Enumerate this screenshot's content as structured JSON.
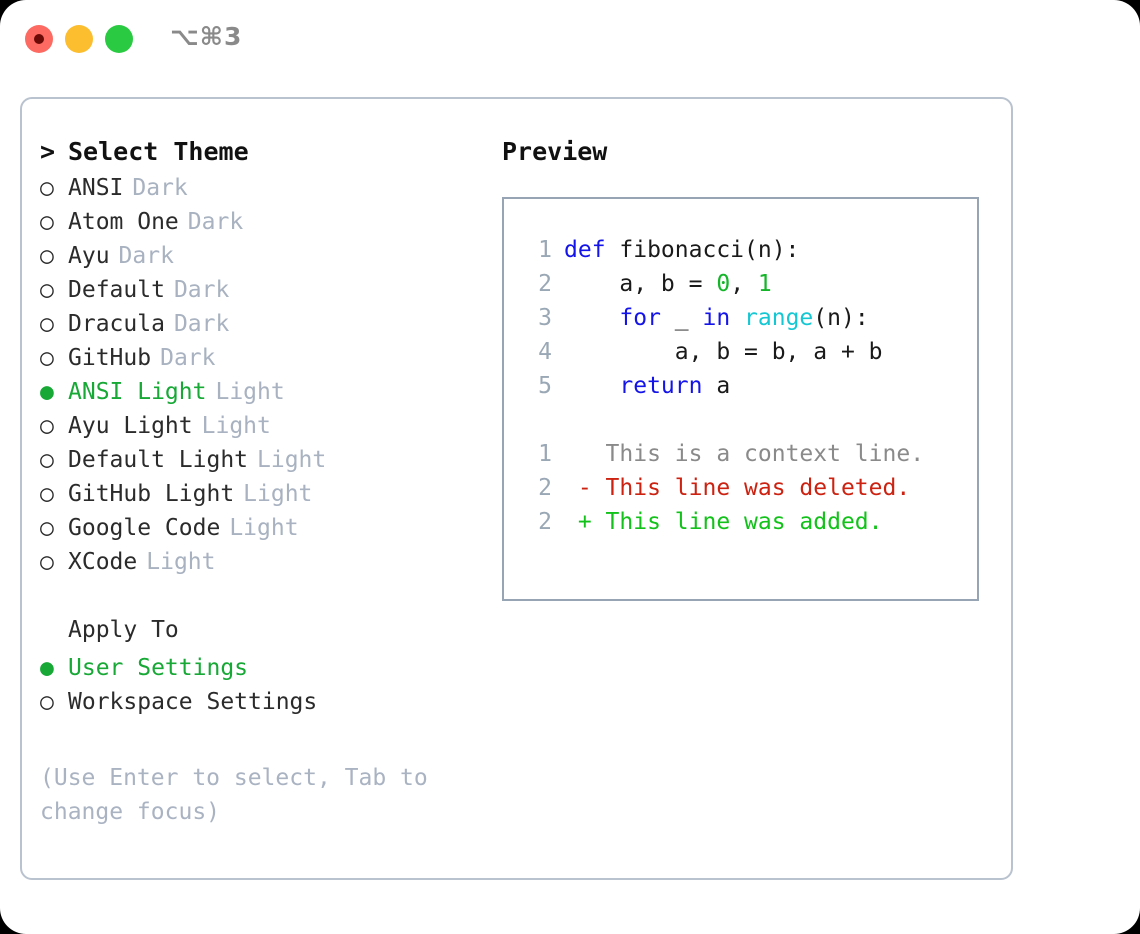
{
  "titlebar": {
    "shortcut": "⌥⌘3",
    "buttons": [
      {
        "name": "close",
        "color": "#fd6a62"
      },
      {
        "name": "minimize",
        "color": "#fcbd2e"
      },
      {
        "name": "maximize",
        "color": "#2acb42"
      }
    ]
  },
  "colors": {
    "accent_green": "#17a836",
    "muted": "#a8b2c0",
    "border": "#b9c2cf",
    "preview_border": "#97a4b4",
    "keyword": "#1414e8",
    "number": "#14b529",
    "function": "#14c7d2",
    "diff_removed": "#cc2211",
    "diff_added": "#12c21a",
    "line_number": "#9aa7b5"
  },
  "theme_list": {
    "prompt": ">",
    "title": "Select Theme",
    "marker_selected": "●",
    "marker_unselected": "○",
    "items": [
      {
        "label": "ANSI",
        "suffix": "Dark",
        "selected": false
      },
      {
        "label": "Atom One",
        "suffix": "Dark",
        "selected": false
      },
      {
        "label": "Ayu",
        "suffix": "Dark",
        "selected": false
      },
      {
        "label": "Default",
        "suffix": "Dark",
        "selected": false
      },
      {
        "label": "Dracula",
        "suffix": "Dark",
        "selected": false
      },
      {
        "label": "GitHub",
        "suffix": "Dark",
        "selected": false
      },
      {
        "label": "ANSI Light",
        "suffix": "Light",
        "selected": true
      },
      {
        "label": "Ayu Light",
        "suffix": "Light",
        "selected": false
      },
      {
        "label": "Default Light",
        "suffix": "Light",
        "selected": false
      },
      {
        "label": "GitHub Light",
        "suffix": "Light",
        "selected": false
      },
      {
        "label": "Google Code",
        "suffix": "Light",
        "selected": false
      },
      {
        "label": "XCode",
        "suffix": "Light",
        "selected": false
      }
    ]
  },
  "apply_to": {
    "title": "Apply To",
    "items": [
      {
        "label": "User Settings",
        "selected": true
      },
      {
        "label": "Workspace Settings",
        "selected": false
      }
    ]
  },
  "hint": "(Use Enter to select, Tab to change focus)",
  "preview": {
    "title": "Preview",
    "code_lines": [
      {
        "num": "1",
        "tokens": [
          {
            "t": "def",
            "c": "kw"
          },
          {
            "t": " fibonacci(n):",
            "c": "id"
          }
        ]
      },
      {
        "num": "2",
        "tokens": [
          {
            "t": "    a, b = ",
            "c": "id"
          },
          {
            "t": "0",
            "c": "num"
          },
          {
            "t": ", ",
            "c": "id"
          },
          {
            "t": "1",
            "c": "num"
          }
        ]
      },
      {
        "num": "3",
        "tokens": [
          {
            "t": "    ",
            "c": "id"
          },
          {
            "t": "for",
            "c": "kw"
          },
          {
            "t": " _ ",
            "c": "id"
          },
          {
            "t": "in",
            "c": "kw"
          },
          {
            "t": " ",
            "c": "id"
          },
          {
            "t": "range",
            "c": "fn"
          },
          {
            "t": "(n):",
            "c": "id"
          }
        ]
      },
      {
        "num": "4",
        "tokens": [
          {
            "t": "        a, b = b, a + b",
            "c": "id"
          }
        ]
      },
      {
        "num": "5",
        "tokens": [
          {
            "t": "    ",
            "c": "id"
          },
          {
            "t": "return",
            "c": "kw"
          },
          {
            "t": " a",
            "c": "id"
          }
        ]
      }
    ],
    "diff_lines": [
      {
        "num": "1",
        "sign": " ",
        "text": " This is a context line.",
        "kind": "ctx"
      },
      {
        "num": "2",
        "sign": "-",
        "text": " This line was deleted.",
        "kind": "del"
      },
      {
        "num": "2",
        "sign": "+",
        "text": " This line was added.",
        "kind": "add"
      }
    ]
  }
}
